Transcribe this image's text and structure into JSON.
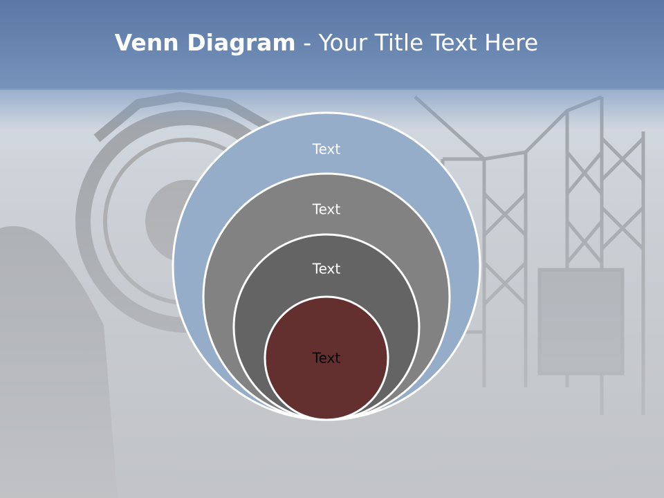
{
  "title": {
    "bold": "Venn Diagram",
    "rest": " - Your Title Text Here"
  },
  "circles": [
    {
      "label": "Text",
      "fill": "#96adca",
      "text_color": "#ffffff"
    },
    {
      "label": "Text",
      "fill": "#828282",
      "text_color": "#ffffff"
    },
    {
      "label": "Text",
      "fill": "#646464",
      "text_color": "#ffffff"
    },
    {
      "label": "Text",
      "fill": "#632f2f",
      "text_color": "#000000"
    }
  ],
  "colors": {
    "title_band": "#5a78a3",
    "circle_outline": "#ffffff"
  }
}
